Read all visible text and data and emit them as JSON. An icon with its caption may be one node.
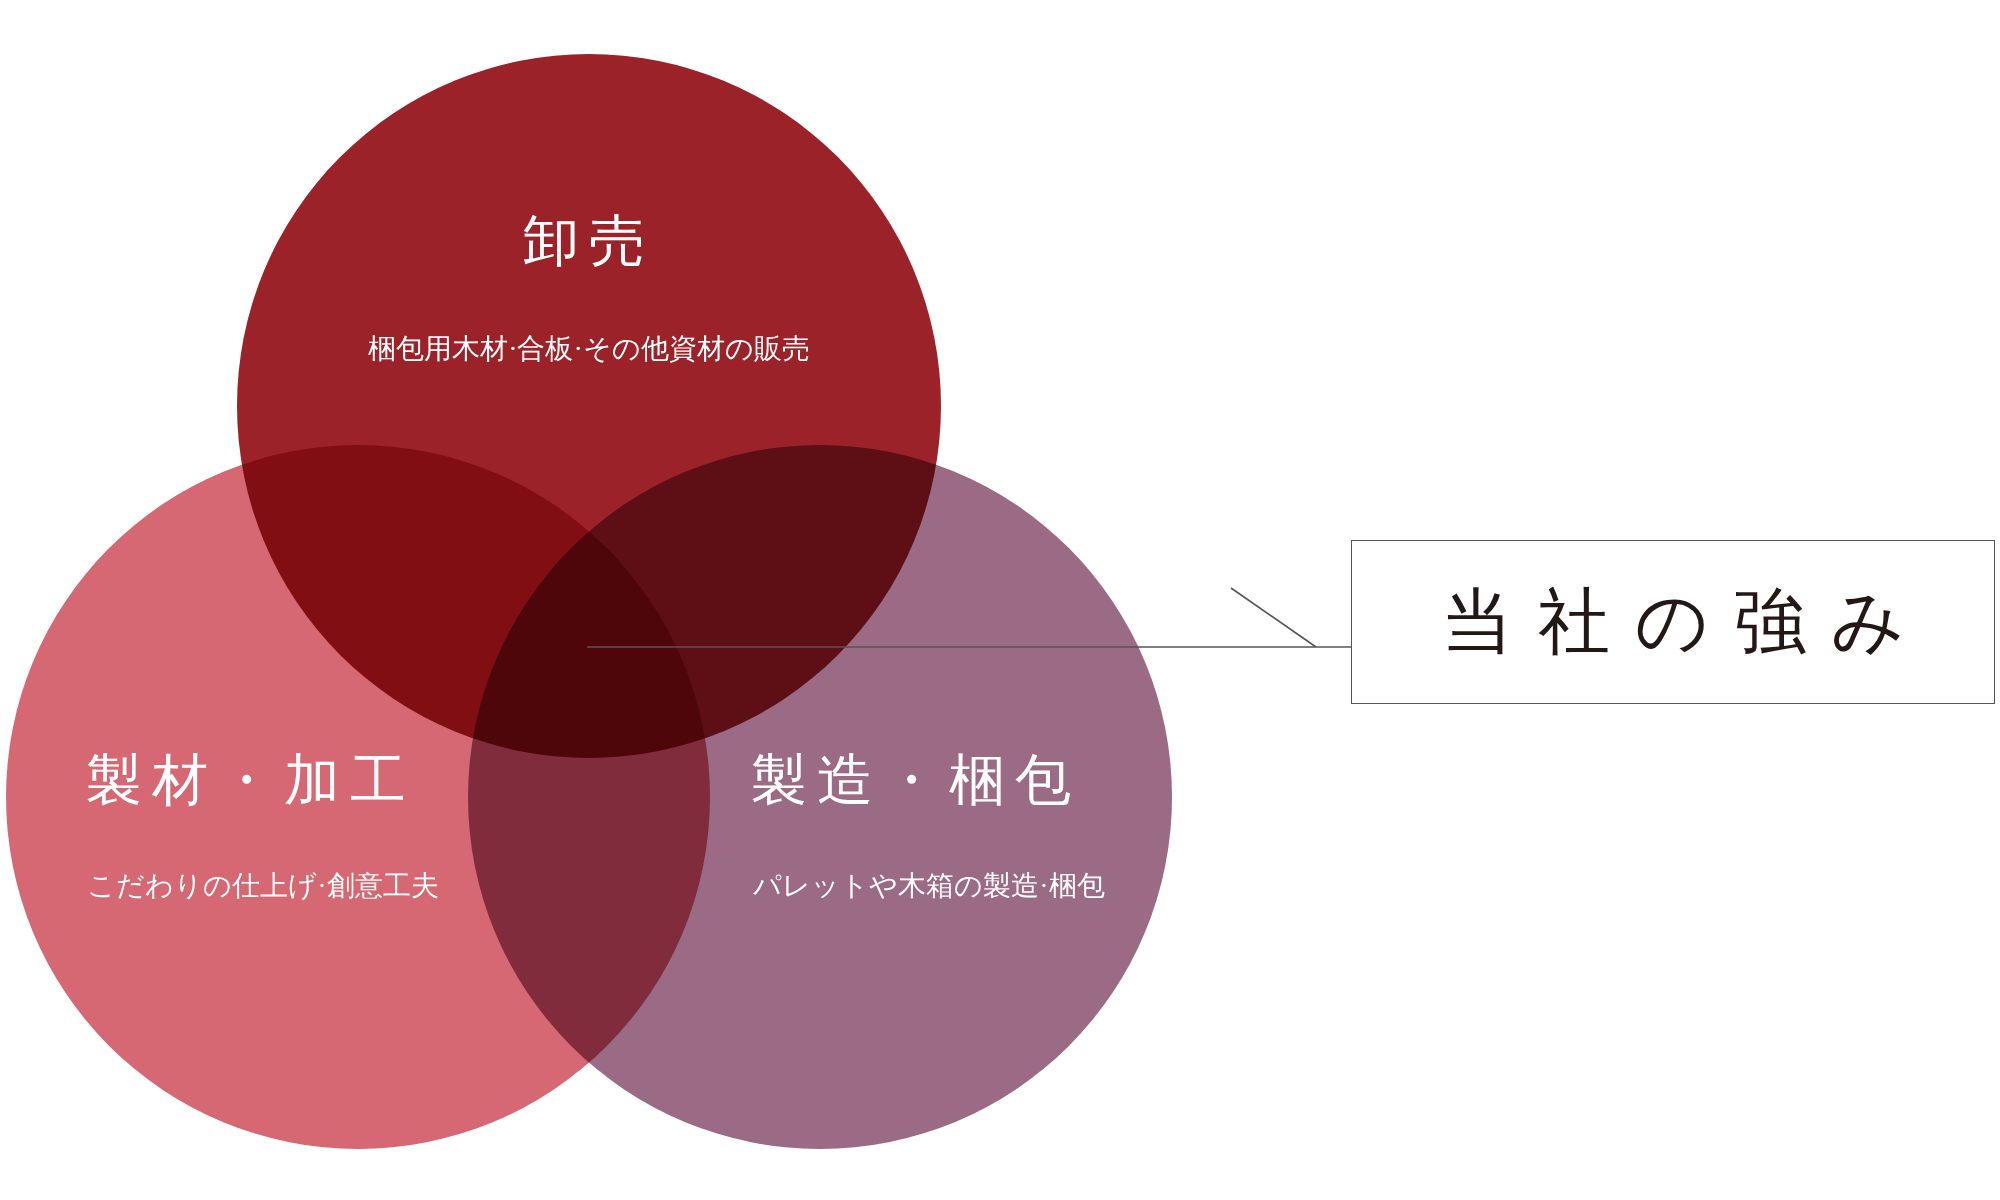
{
  "diagram": {
    "nodes": [
      {
        "text": [
          "卸売",
          "梱包用木材·合板·その他資材の販売"
        ]
      },
      {
        "text": [
          "製材・加工",
          "こだわりの仕上げ·創意工夫"
        ]
      },
      {
        "text": [
          "製造・梱包",
          "パレットや木箱の製造·梱包"
        ]
      },
      {
        "text": [
          "当社の強み"
        ]
      }
    ],
    "edges": [
      {
        "from": 0,
        "to": 3,
        "arrow": "none"
      }
    ]
  }
}
